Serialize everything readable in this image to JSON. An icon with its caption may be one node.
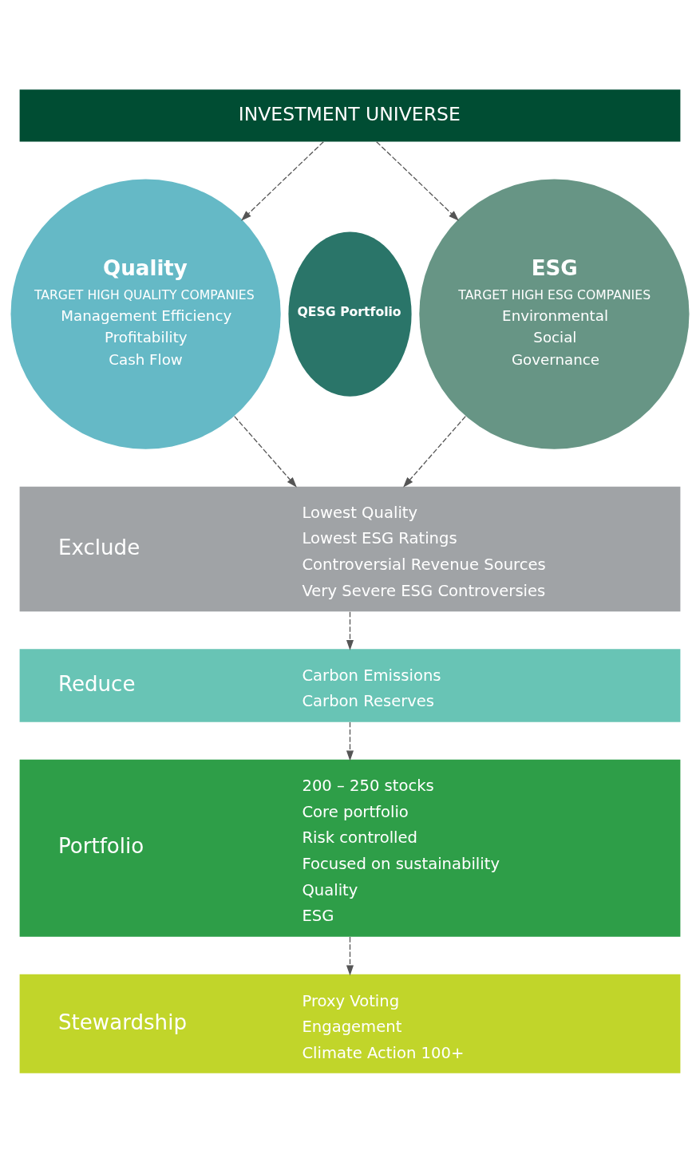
{
  "diagram": {
    "nodes": [
      {
        "text": [
          "INVESTMENT UNIVERSE"
        ]
      },
      {
        "text": [
          "Quality",
          "TARGET HIGH QUALITY COMPANIES",
          "Management Efficiency",
          "Profitability",
          "Cash Flow"
        ]
      },
      {
        "text": [
          "QESG Portfolio"
        ]
      },
      {
        "text": [
          "ESG",
          "TARGET HIGH ESG COMPANIES",
          "Environmental",
          "Social",
          "Governance"
        ]
      },
      {
        "text": [
          "Exclude",
          "Lowest Quality",
          "Lowest ESG Ratings",
          "Controversial Revenue Sources",
          "Very Severe ESG Controversies"
        ]
      },
      {
        "text": [
          "Reduce",
          "Carbon Emissions",
          "Carbon Reserves"
        ]
      },
      {
        "text": [
          "Portfolio",
          "200 – 250 stocks",
          "Core portfolio",
          "Risk controlled",
          "Focused on sustainability",
          "Quality",
          "ESG"
        ]
      },
      {
        "text": [
          "Stewardship",
          "Proxy Voting",
          "Engagement",
          "Climate Action 100+"
        ]
      }
    ],
    "edges": [
      {
        "from": 0,
        "to": 1,
        "arrow": "to",
        "style": "dashed"
      },
      {
        "from": 0,
        "to": 3,
        "arrow": "to",
        "style": "dashed"
      },
      {
        "from": 1,
        "to": 4,
        "arrow": "to",
        "style": "dashed"
      },
      {
        "from": 3,
        "to": 4,
        "arrow": "to",
        "style": "dashed"
      },
      {
        "from": 4,
        "to": 5,
        "arrow": "to",
        "style": "dashed"
      },
      {
        "from": 5,
        "to": 6,
        "arrow": "to",
        "style": "dashed"
      },
      {
        "from": 6,
        "to": 7,
        "arrow": "to",
        "style": "dashed"
      }
    ]
  }
}
